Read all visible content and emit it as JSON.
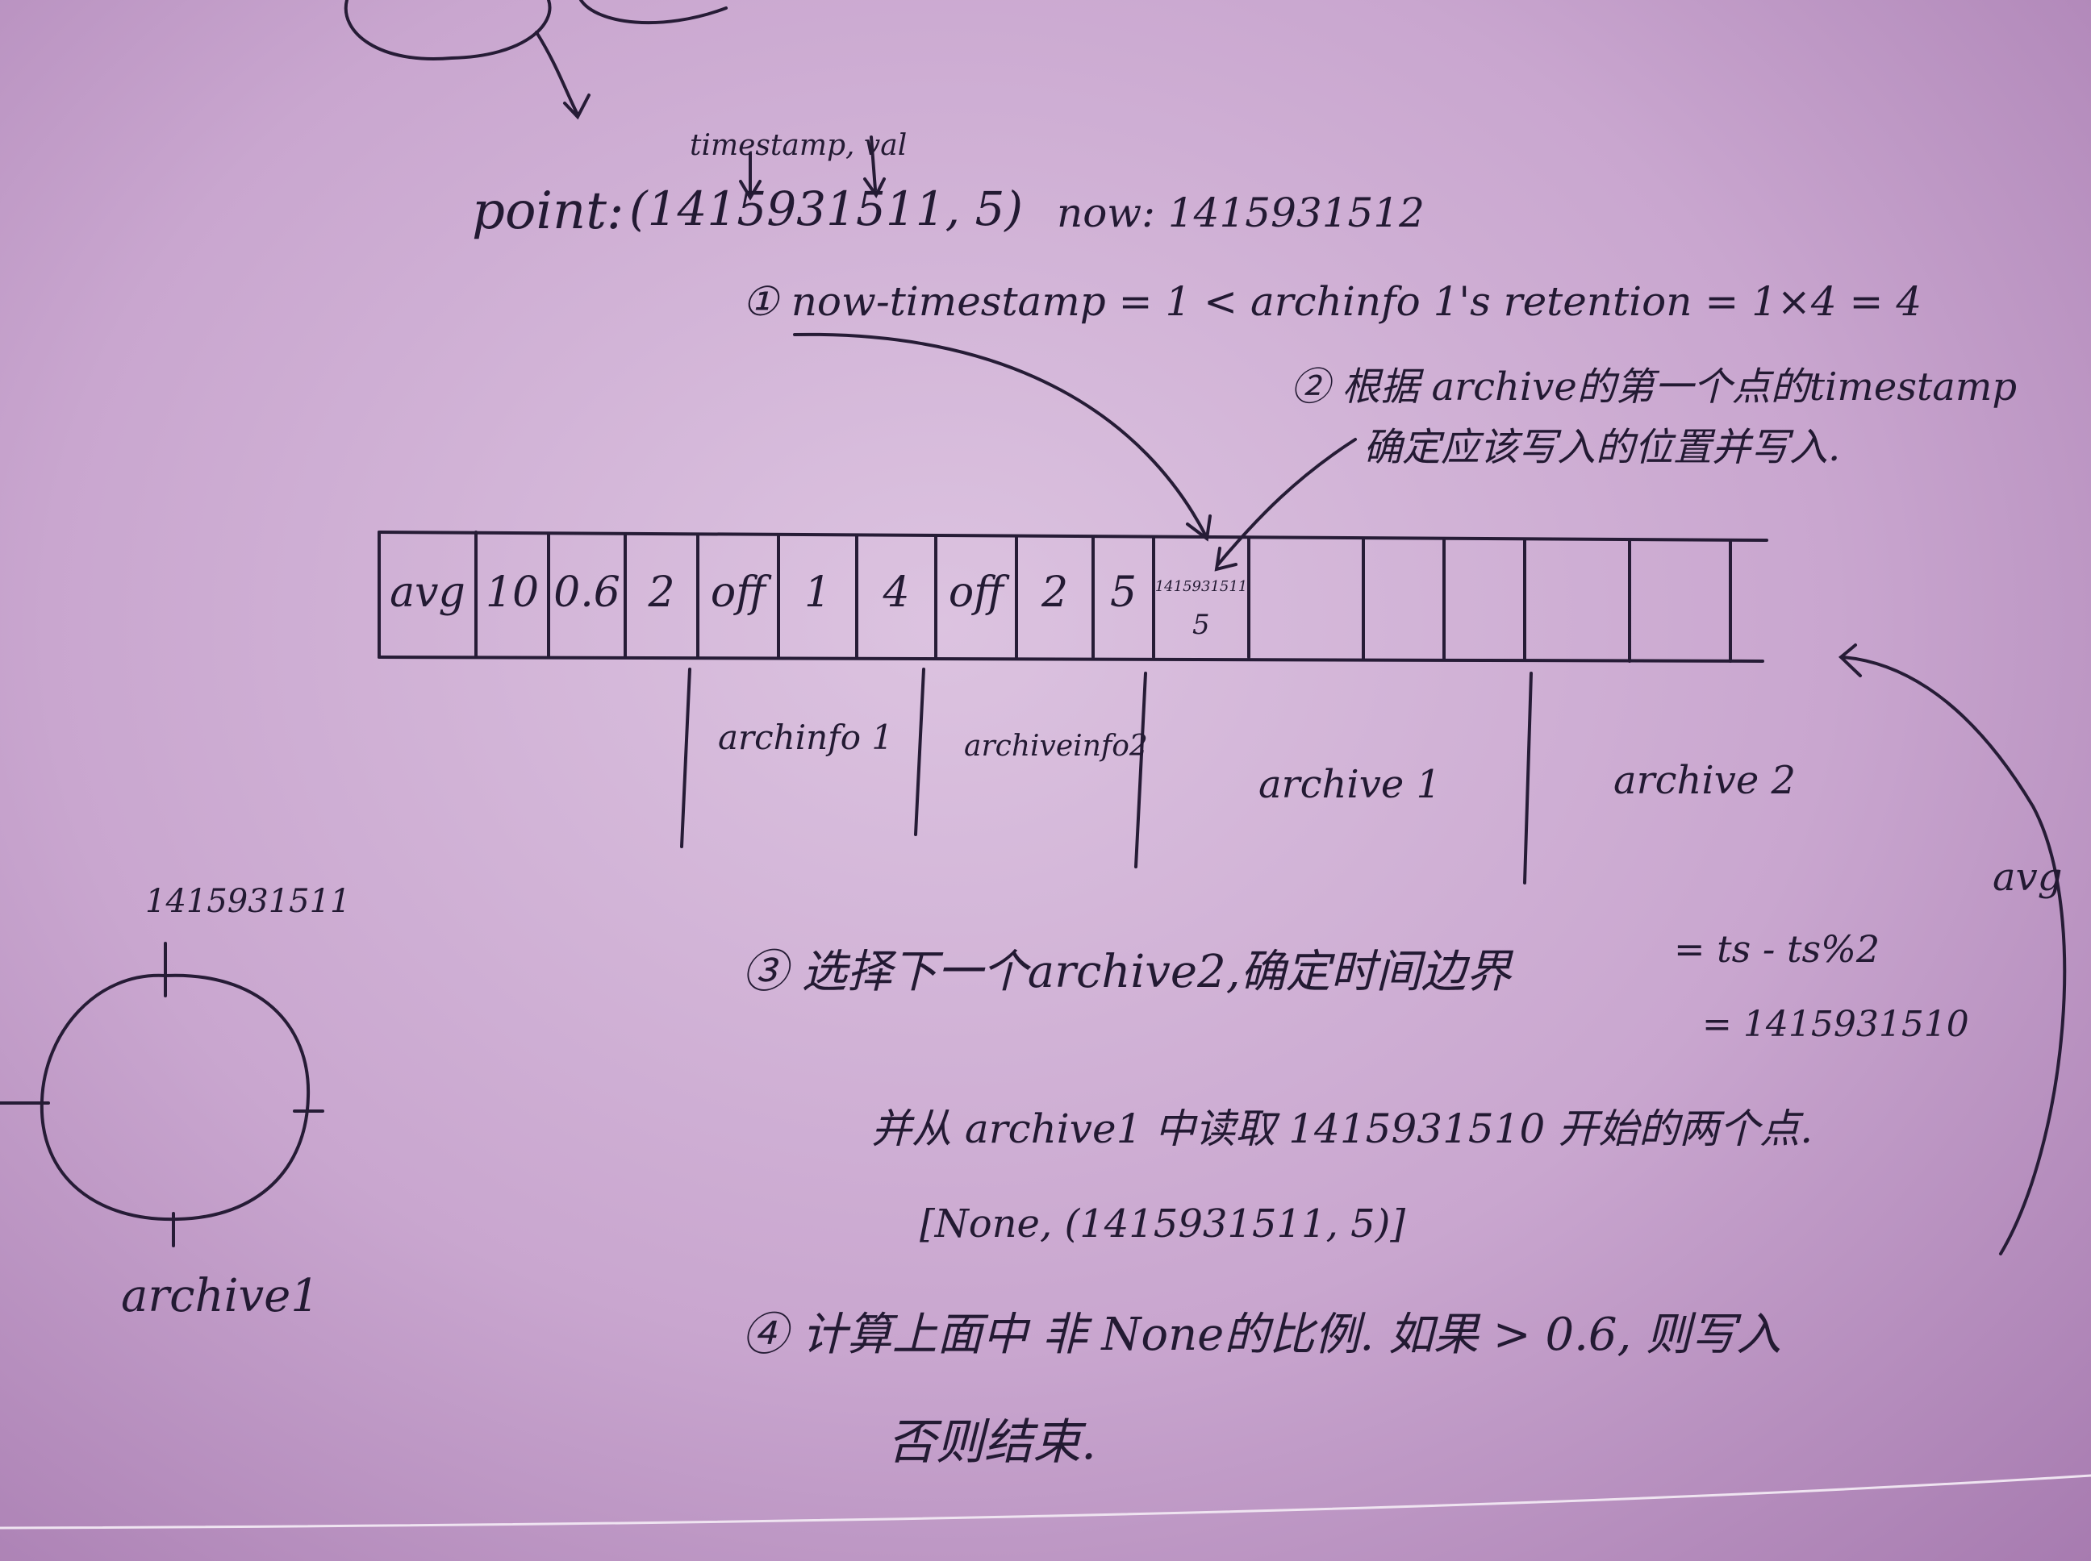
{
  "header": {
    "point_label": "point:",
    "point_value": "(1415931511, 5)",
    "arrow_note": "timestamp, val",
    "now_label": "now: 1415931512"
  },
  "steps": {
    "step1": "① now-timestamp = 1 < archinfo 1's retention = 1×4 = 4",
    "step2_line1": "② 根据 archive的第一个点的timestamp",
    "step2_line2": "确定应该写入的位置并写入.",
    "step3_line1": "③ 选择下一个archive2,确定时间边界",
    "step3_formula": "= ts - ts%2",
    "step3_result": "= 1415931510",
    "step3_line2": "并从 archive1 中读取 1415931510 开始的两个点.",
    "step3_list": "[None, (1415931511, 5)]",
    "step4_line1": "④ 计算上面中 非 None的比例. 如果 > 0.6, 则写入",
    "step4_line2": "否则结束."
  },
  "array_cells": [
    "avg",
    "10",
    "0.6",
    "2",
    "off",
    "1",
    "4",
    "off",
    "2",
    "5",
    "1415931511",
    "5",
    "",
    "",
    "",
    "",
    "",
    ""
  ],
  "segments": [
    "archinfo 1",
    "archiveinfo2",
    "archive 1",
    "archive 2"
  ],
  "side_note": "avg",
  "circle": {
    "top_label": "1415931511",
    "caption": "archive1"
  }
}
